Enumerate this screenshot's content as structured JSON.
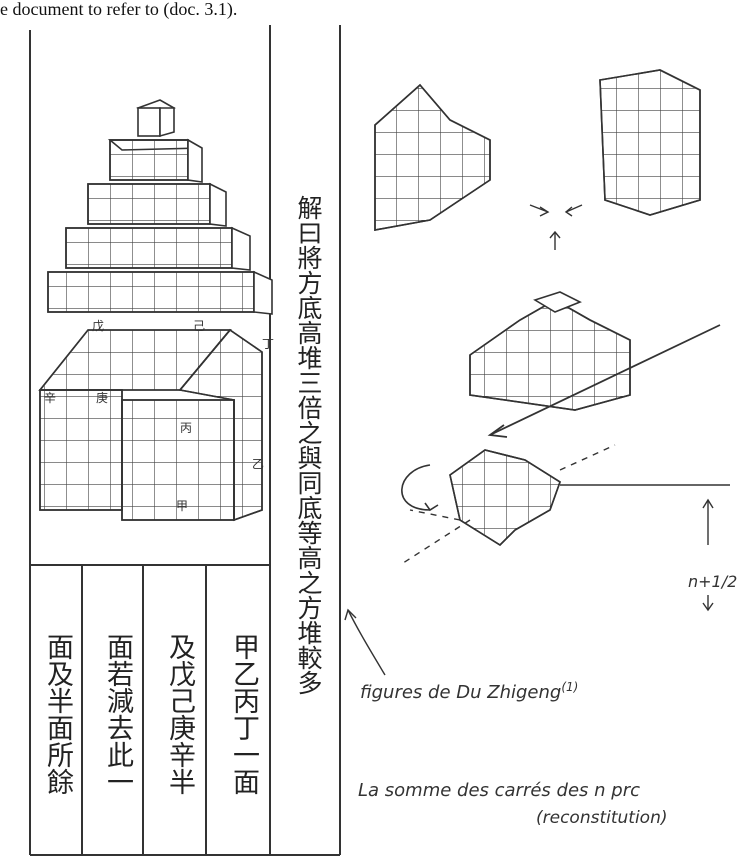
{
  "top_text": "e document to refer to (doc. 3.1).",
  "central_column_text": "解曰將方底高堆三倍之與同底等高之方堆較多",
  "bottom_columns": [
    "面及半面所餘",
    "面若減去此一",
    "及戊己庚辛半",
    "甲乙丙丁一面"
  ],
  "cube_labels": [
    "戊",
    "己",
    "辛",
    "丁",
    "丙",
    "庚",
    "甲",
    "乙"
  ],
  "captions": {
    "figures": "figures de Du Zhigeng",
    "figures_note": "(1)",
    "somme": "La somme des carrés des n prc",
    "reconstitution": "(reconstitution)",
    "n_label": "n+1/2"
  }
}
